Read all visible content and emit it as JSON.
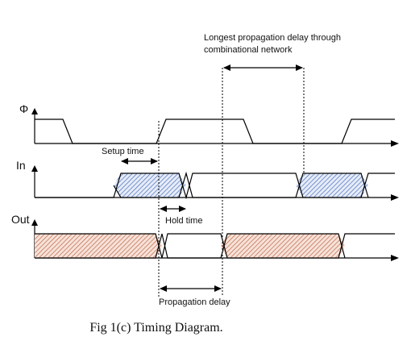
{
  "signals": {
    "phi": "Φ",
    "in": "In",
    "out": "Out"
  },
  "annotations": {
    "longest_delay_line1": "Longest propagation delay through",
    "longest_delay_line2": "combinational network",
    "setup_time": "Setup time",
    "hold_time": "Hold time",
    "propagation_delay": "Propagation delay"
  },
  "caption": "Fig 1(c) Timing Diagram.",
  "colors": {
    "in_hatch": "#4a6fbe",
    "in_fill": "#e6ecf8",
    "out_hatch": "#c0664a",
    "out_fill": "#f6e2d8",
    "line": "#000000"
  }
}
